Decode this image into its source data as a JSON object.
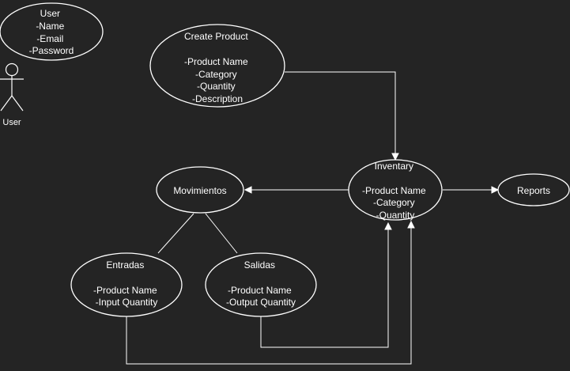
{
  "diagram": {
    "nodes": {
      "user_entity": {
        "lines": [
          "User",
          "-Name",
          "-Email",
          "-Password"
        ]
      },
      "create_product": {
        "lines": [
          "Create Product",
          "",
          "-Product Name",
          "-Category",
          "-Quantity",
          "-Description"
        ]
      },
      "inventary": {
        "lines": [
          "Inventary",
          "",
          "-Product Name",
          "-Category",
          "-Quantity"
        ]
      },
      "movimientos": {
        "lines": [
          "Movimientos"
        ]
      },
      "reports": {
        "lines": [
          "Reports"
        ]
      },
      "entradas": {
        "lines": [
          "Entradas",
          "",
          "-Product Name",
          "-Input Quantity"
        ]
      },
      "salidas": {
        "lines": [
          "Salidas",
          "",
          "-Product Name",
          "-Output Quantity"
        ]
      }
    },
    "actor": {
      "label": "User"
    },
    "colors": {
      "background": "#242424",
      "stroke": "#ffffff",
      "text": "#ffffff"
    },
    "edges": [
      {
        "from": "create_product",
        "to": "inventary",
        "arrow": true
      },
      {
        "from": "inventary",
        "to": "movimientos",
        "arrow": true
      },
      {
        "from": "inventary",
        "to": "reports",
        "arrow": true
      },
      {
        "from": "movimientos",
        "to": "entradas",
        "arrow": false
      },
      {
        "from": "movimientos",
        "to": "salidas",
        "arrow": false
      },
      {
        "from": "salidas",
        "to": "inventary",
        "arrow": true
      },
      {
        "from": "entradas",
        "to": "inventary",
        "arrow": true
      }
    ]
  }
}
